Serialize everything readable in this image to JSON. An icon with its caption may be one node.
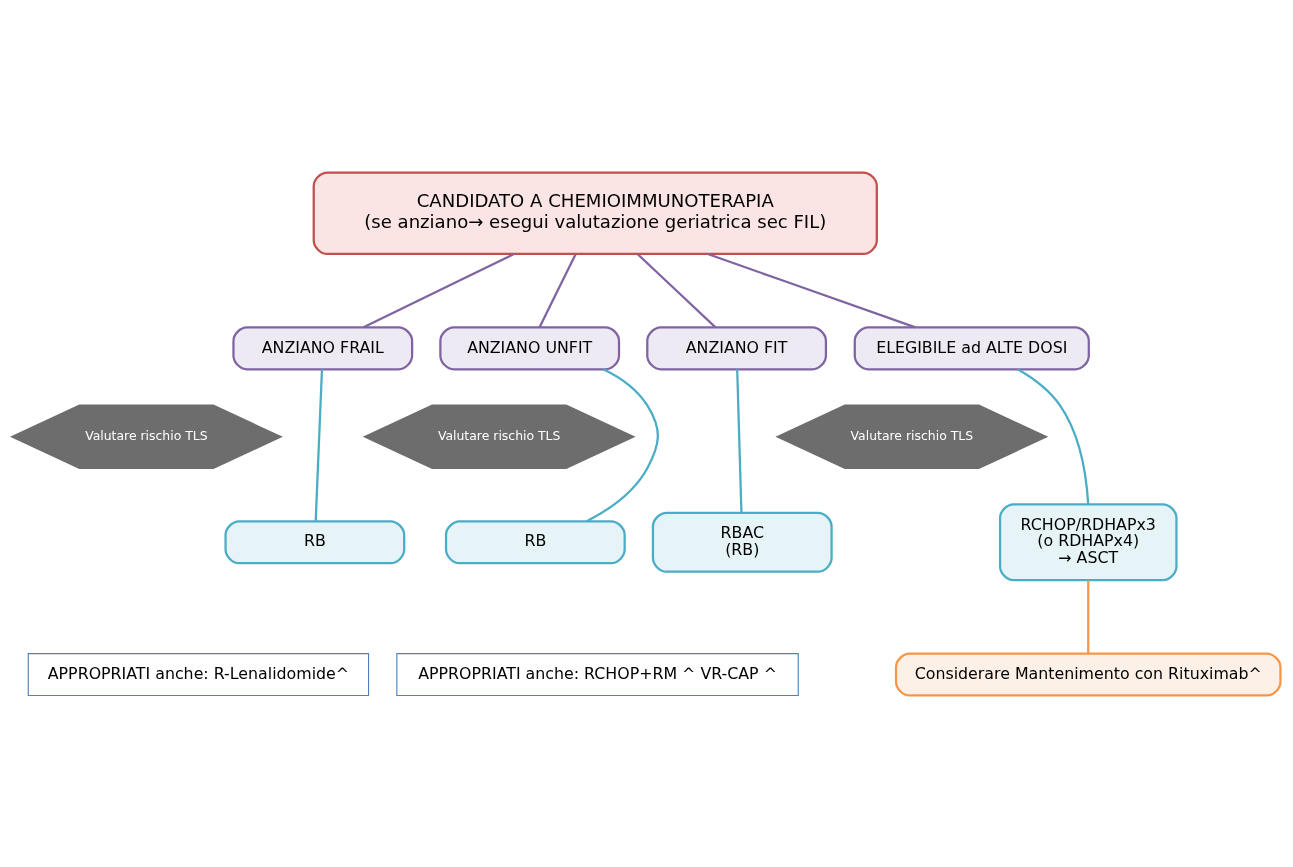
{
  "diagram": {
    "nodes": [
      {
        "text": [
          "CANDIDATO A CHEMIOIMMUNOTERAPIA",
          "(se anziano→ esegui valutazione geriatrica sec FIL)"
        ]
      },
      {
        "text": [
          "ANZIANO FRAIL"
        ]
      },
      {
        "text": [
          "ANZIANO UNFIT"
        ]
      },
      {
        "text": [
          "ANZIANO FIT"
        ]
      },
      {
        "text": [
          "ELEGIBILE ad ALTE DOSI"
        ]
      },
      {
        "text": [
          "RB"
        ]
      },
      {
        "text": [
          "RB"
        ]
      },
      {
        "text": [
          "RBAC",
          "(RB)"
        ]
      },
      {
        "text": [
          "RCHOP/RDHAPx3",
          "(o RDHAPx4)",
          "→ ASCT"
        ]
      },
      {
        "text": [
          "Considerare Mantenimento con Rituximab^"
        ]
      },
      {
        "text": [
          "APPROPRIATI anche: R-Lenalidomide^"
        ]
      },
      {
        "text": [
          "APPROPRIATI anche: RCHOP+RM ^ VR-CAP ^"
        ]
      },
      {
        "text": [
          "Valutare rischio TLS"
        ]
      },
      {
        "text": [
          "Valutare rischio TLS"
        ]
      },
      {
        "text": [
          "Valutare rischio TLS"
        ]
      }
    ],
    "edges": [
      {
        "from": 0,
        "to": 1,
        "arrow": "none",
        "color": "#8064a2"
      },
      {
        "from": 0,
        "to": 2,
        "arrow": "none",
        "color": "#8064a2"
      },
      {
        "from": 0,
        "to": 3,
        "arrow": "none",
        "color": "#8064a2"
      },
      {
        "from": 0,
        "to": 4,
        "arrow": "none",
        "color": "#8064a2"
      },
      {
        "from": 1,
        "to": 5,
        "arrow": "none",
        "color": "#4bacc6"
      },
      {
        "from": 2,
        "to": 6,
        "arrow": "none",
        "color": "#4bacc6"
      },
      {
        "from": 3,
        "to": 7,
        "arrow": "none",
        "color": "#4bacc6"
      },
      {
        "from": 4,
        "to": 8,
        "arrow": "none",
        "color": "#4bacc6"
      },
      {
        "from": 8,
        "to": 9,
        "arrow": "none",
        "color": "#f79646"
      }
    ]
  }
}
